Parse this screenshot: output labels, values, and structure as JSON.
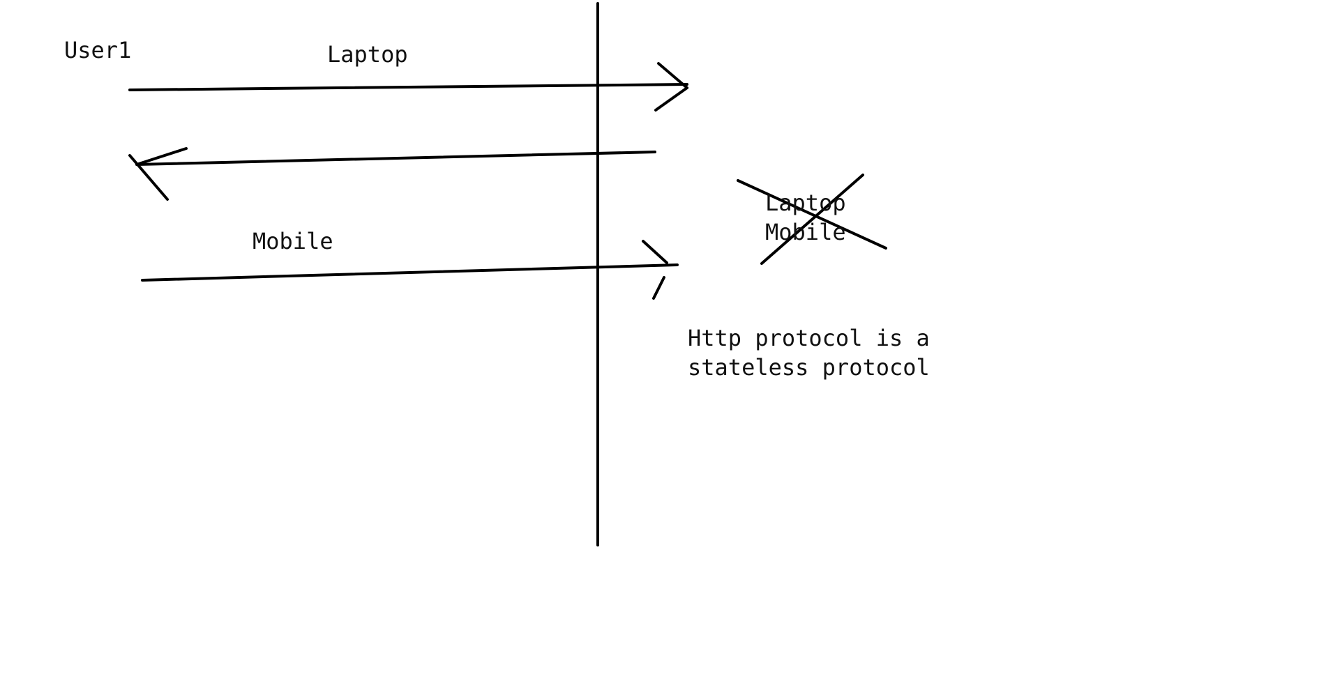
{
  "labels": {
    "user": "User1",
    "laptop": "Laptop",
    "mobile": "Mobile",
    "crossed_laptop": "Laptop",
    "crossed_mobile": "Mobile"
  },
  "note": {
    "line1": "Http protocol is a",
    "line2": "stateless protocol"
  },
  "colors": {
    "ink": "#000000",
    "background": "#ffffff"
  }
}
